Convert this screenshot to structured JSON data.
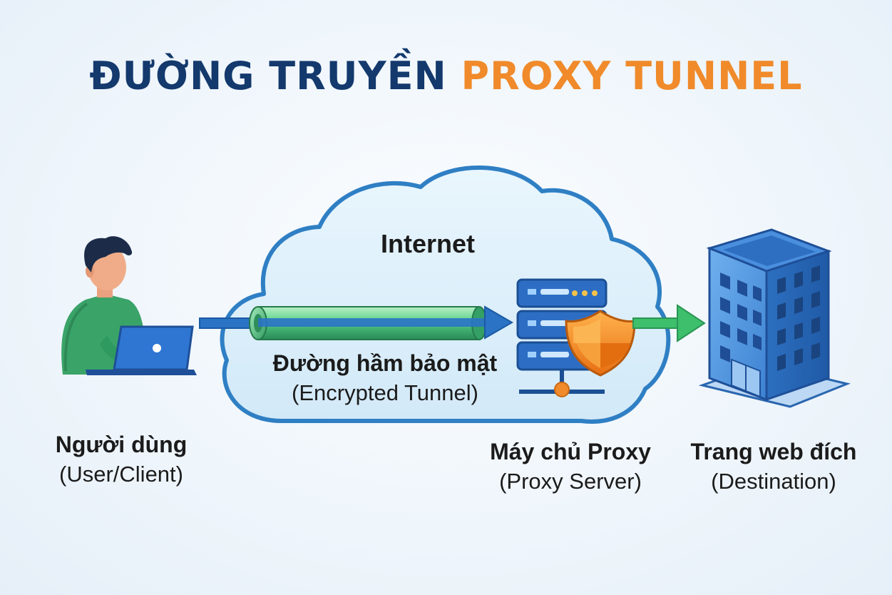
{
  "title": {
    "part1": "ĐƯỜNG TRUYỀN",
    "part2": "PROXY TUNNEL"
  },
  "colors": {
    "title_dark": "#13396d",
    "title_accent": "#f08a2a",
    "cloud_fill": "#dbeefb",
    "cloud_stroke": "#2f7fc4",
    "tunnel_green": "#5fd08a",
    "arrow_blue": "#2a73c5",
    "arrow_green": "#3dbf6b",
    "shield_orange": "#f08a2a",
    "building_blue": "#3e86d6"
  },
  "cloud": {
    "label": "Internet"
  },
  "tunnel": {
    "label_main": "Đường hầm bảo mật",
    "label_sub": "(Encrypted Tunnel)"
  },
  "nodes": {
    "user": {
      "main": "Người dùng",
      "sub": "(User/Client)",
      "icon": "user-laptop-icon"
    },
    "proxy": {
      "main": "Máy chủ Proxy",
      "sub": "(Proxy Server)",
      "icon": "server-shield-icon"
    },
    "destination": {
      "main": "Trang web đích",
      "sub": "(Destination)",
      "icon": "building-icon"
    }
  }
}
